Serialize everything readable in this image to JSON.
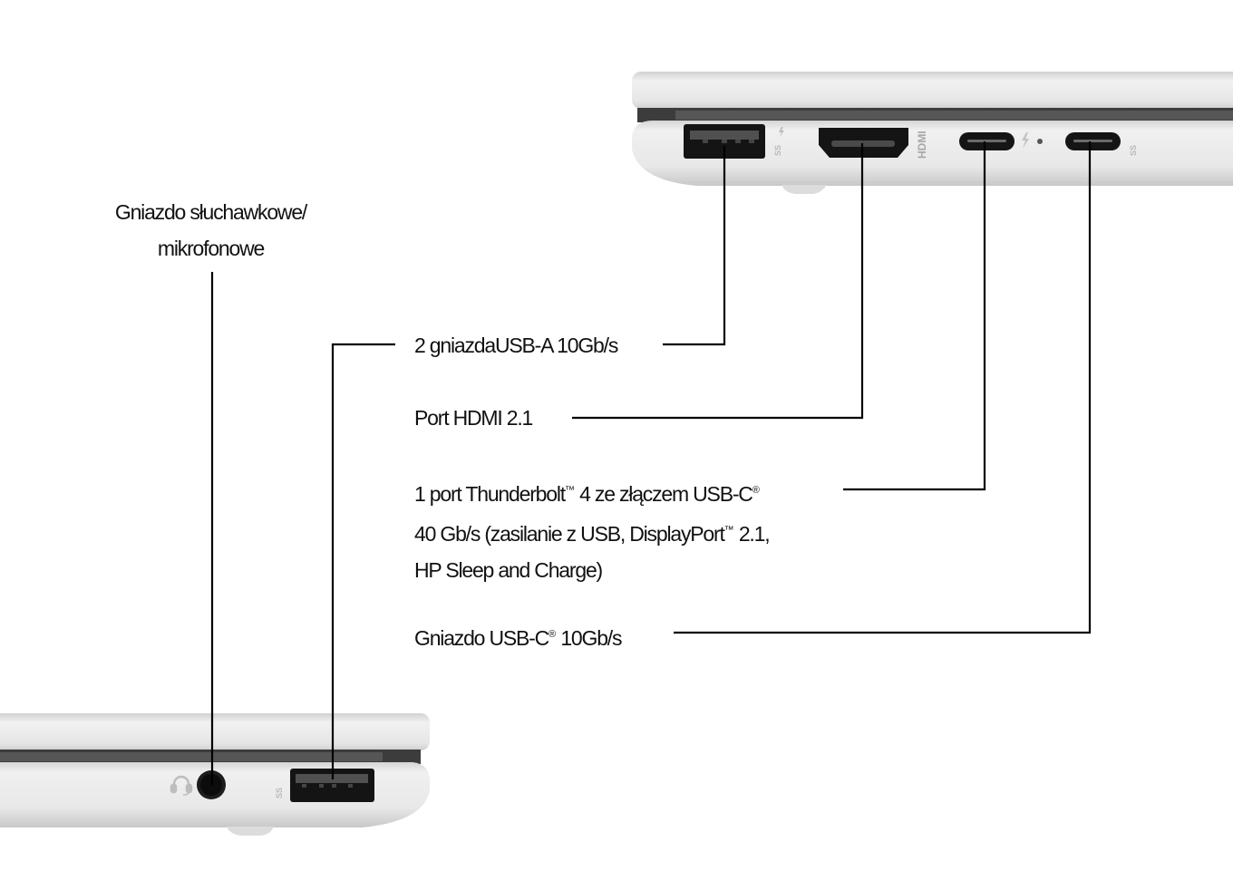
{
  "labels": {
    "audio_jack": {
      "line1": "Gniazdo słuchawkowe/",
      "line2": "mikrofonowe"
    },
    "usb_a": "2 gniazdaUSB-A 10Gb/s",
    "hdmi": "Port HDMI 2.1",
    "thunderbolt": {
      "line1_pre": "1 port Thunderbolt",
      "line1_tm": "™",
      "line1_mid": " 4 ze złączem USB-C",
      "line1_reg": "®",
      "line2_pre": "40 Gb/s (zasilanie z USB, DisplayPort",
      "line2_tm": "™",
      "line2_post": " 2.1,",
      "line3": "HP Sleep and Charge)"
    },
    "usb_c": {
      "pre": "Gniazdo USB-C",
      "reg": "®",
      "post": " 10Gb/s"
    }
  },
  "port_markings": {
    "usb_a_right": "SS",
    "hdmi": "HDMI",
    "usb_c_right": "SS",
    "usb_a_left": "SS"
  },
  "colors": {
    "chassis": "#e9e9e9",
    "port": "#111111",
    "leader_line": "#000000"
  }
}
